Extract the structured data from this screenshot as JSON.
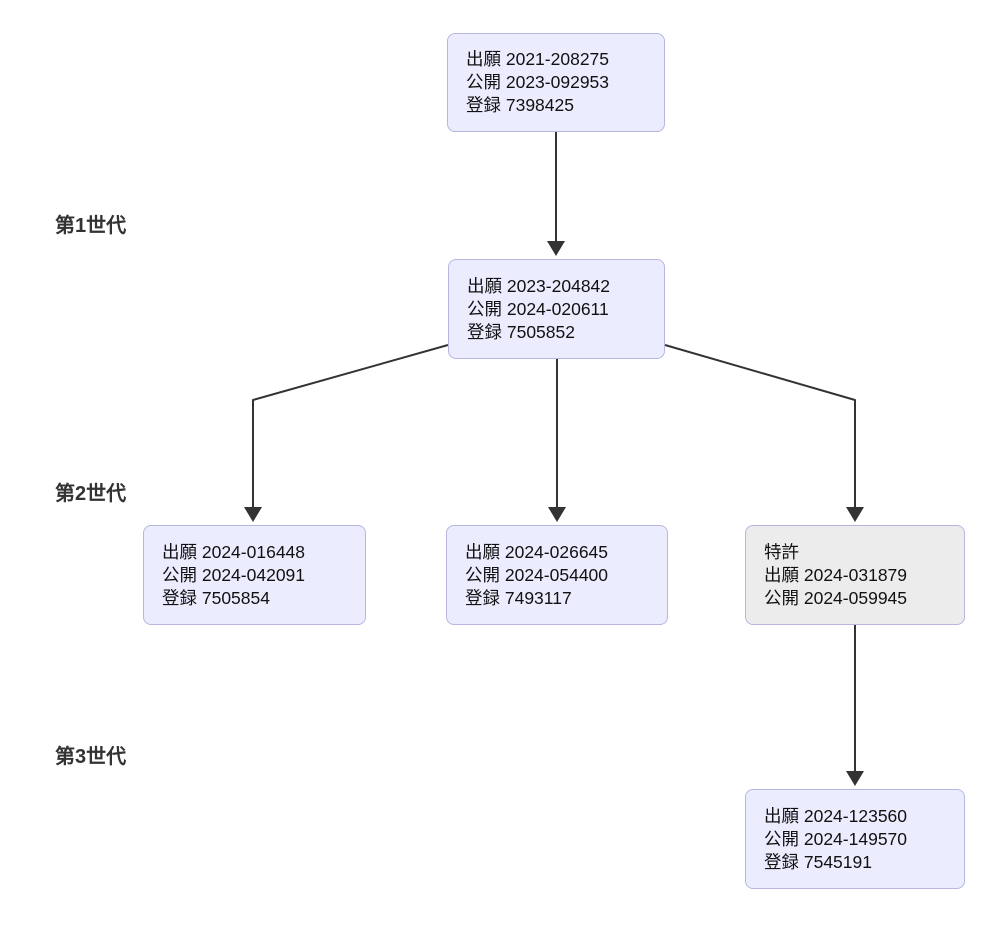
{
  "diagram": {
    "type": "flowchart",
    "description": "patent-family-tree",
    "generation_labels": [
      {
        "label": "第1世代"
      },
      {
        "label": "第2世代"
      },
      {
        "label": "第3世代"
      }
    ],
    "nodes": [
      {
        "id": "root",
        "lines": [
          "出願 2021-208275",
          "公開 2023-092953",
          "登録 7398425"
        ]
      },
      {
        "id": "gen1",
        "lines": [
          "出願 2023-204842",
          "公開 2024-020611",
          "登録 7505852"
        ]
      },
      {
        "id": "gen2a",
        "lines": [
          "出願 2024-016448",
          "公開 2024-042091",
          "登録 7505854"
        ]
      },
      {
        "id": "gen2b",
        "lines": [
          "出願 2024-026645",
          "公開 2024-054400",
          "登録 7493117"
        ]
      },
      {
        "id": "gen2c",
        "lines": [
          "特許",
          "出願 2024-031879",
          "公開 2024-059945"
        ],
        "variant": "highlight"
      },
      {
        "id": "gen3",
        "lines": [
          "出願 2024-123560",
          "公開 2024-149570",
          "登録 7545191"
        ]
      }
    ],
    "edges": [
      {
        "from": "root",
        "to": "gen1"
      },
      {
        "from": "gen1",
        "to": "gen2a"
      },
      {
        "from": "gen1",
        "to": "gen2b"
      },
      {
        "from": "gen1",
        "to": "gen2c"
      },
      {
        "from": "gen2c",
        "to": "gen3"
      }
    ],
    "colors": {
      "background": "#ffffff",
      "node_fill": "#ececff",
      "node_fill_alt": "#ececec",
      "node_border": "#b6b6e0",
      "node_text": "#111111",
      "edge": "#333333",
      "label_text": "#333333"
    }
  }
}
